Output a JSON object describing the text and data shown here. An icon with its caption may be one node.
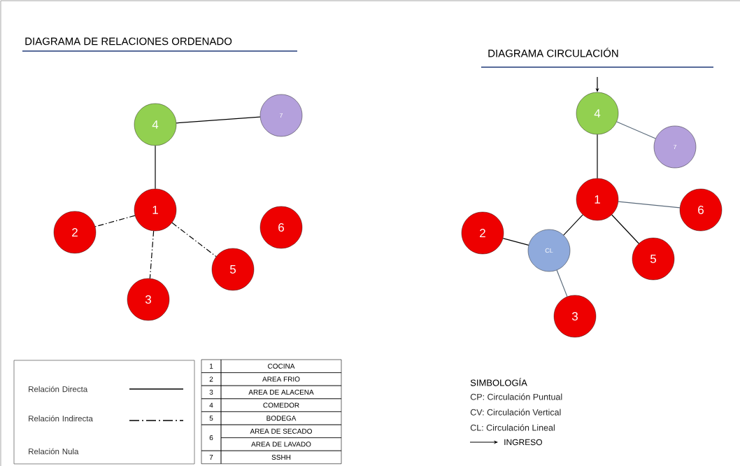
{
  "diagram": {
    "nodes": [
      {
        "text": [
          "4"
        ]
      },
      {
        "text": [
          "7"
        ]
      },
      {
        "text": [
          "1"
        ]
      },
      {
        "text": [
          "2"
        ]
      },
      {
        "text": [
          "6"
        ]
      },
      {
        "text": [
          "5"
        ]
      },
      {
        "text": [
          "3"
        ]
      },
      {
        "text": [
          "4"
        ]
      },
      {
        "text": [
          "7"
        ]
      },
      {
        "text": [
          "1"
        ]
      },
      {
        "text": [
          "6"
        ]
      },
      {
        "text": [
          "2"
        ]
      },
      {
        "text": [
          "CL"
        ]
      },
      {
        "text": [
          "5"
        ]
      },
      {
        "text": [
          "3"
        ]
      }
    ],
    "edges": [
      {
        "from": 0,
        "to": 1,
        "arrow": "none"
      },
      {
        "from": 0,
        "to": 2,
        "arrow": "none"
      },
      {
        "from": 2,
        "to": 3,
        "arrow": "none",
        "style": "dashed"
      },
      {
        "from": 2,
        "to": 6,
        "arrow": "none",
        "style": "dashed"
      },
      {
        "from": 2,
        "to": 5,
        "arrow": "none",
        "style": "dashed"
      },
      {
        "from": null,
        "to": 7,
        "arrow": "to"
      },
      {
        "from": 7,
        "to": 9,
        "arrow": "none"
      },
      {
        "from": 7,
        "to": 8,
        "arrow": "none",
        "color": "#5b6b7b"
      },
      {
        "from": 9,
        "to": 10,
        "arrow": "none",
        "color": "#5b6b7b"
      },
      {
        "from": 9,
        "to": 12,
        "arrow": "none"
      },
      {
        "from": 11,
        "to": 12,
        "arrow": "none"
      },
      {
        "from": 9,
        "to": 13,
        "arrow": "none"
      },
      {
        "from": 12,
        "to": 14,
        "arrow": "none",
        "color": "#5b6b7b"
      }
    ],
    "labels": [
      "DIAGRAMA DE RELACIONES ORDENADO",
      "DIAGRAMA CIRCULACIÓN",
      "1",
      "COCINA",
      "2",
      "AREA FRIO",
      "3",
      "AREA DE ALACENA",
      "4",
      "COMEDOR",
      "5",
      "BODEGA",
      "6",
      "AREA DE SECADO",
      "AREA DE LAVADO",
      "7",
      "SSHH",
      "SIMBOLOGÍA",
      "CP: Circulación Puntual",
      "CV: Circulación Vertical",
      "CL: Circulación Lineal"
    ],
    "legend": [
      {
        "text": "Relación Directa"
      },
      {
        "text": "Relación Indirecta"
      },
      {
        "text": "Relación Nula"
      },
      {
        "text": "INGRESO"
      }
    ]
  }
}
